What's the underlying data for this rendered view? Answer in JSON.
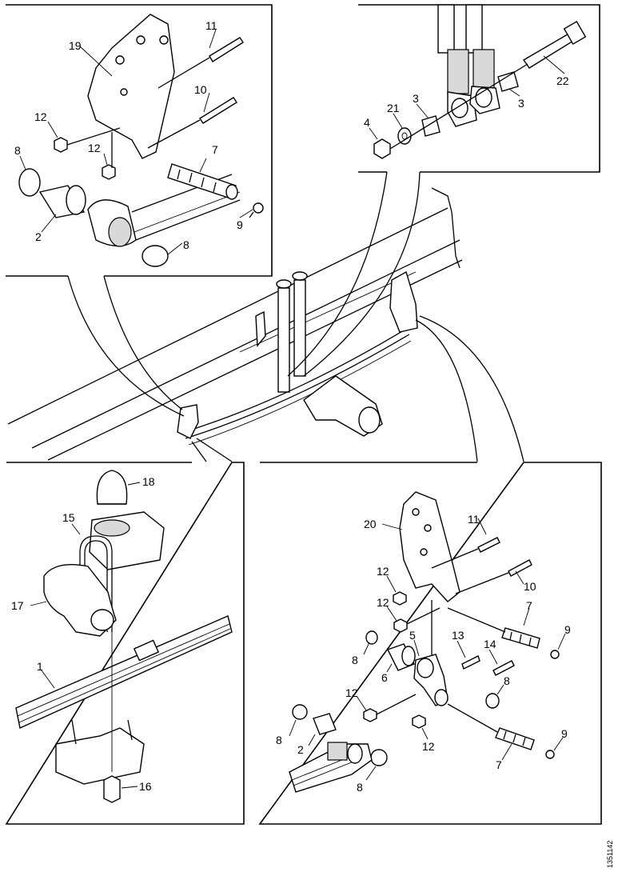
{
  "diagram": {
    "reference": "1351142",
    "panels": {
      "top_left": {
        "labels": [
          {
            "id": "tl-19",
            "text": "19"
          },
          {
            "id": "tl-11",
            "text": "11"
          },
          {
            "id": "tl-10",
            "text": "10"
          },
          {
            "id": "tl-12a",
            "text": "12"
          },
          {
            "id": "tl-12b",
            "text": "12"
          },
          {
            "id": "tl-8a",
            "text": "8"
          },
          {
            "id": "tl-7",
            "text": "7"
          },
          {
            "id": "tl-2",
            "text": "2"
          },
          {
            "id": "tl-9",
            "text": "9"
          },
          {
            "id": "tl-8b",
            "text": "8"
          }
        ]
      },
      "top_right": {
        "labels": [
          {
            "id": "tr-22",
            "text": "22"
          },
          {
            "id": "tr-3a",
            "text": "3"
          },
          {
            "id": "tr-21",
            "text": "21"
          },
          {
            "id": "tr-4",
            "text": "4"
          },
          {
            "id": "tr-3b",
            "text": "3"
          }
        ]
      },
      "bottom_left": {
        "labels": [
          {
            "id": "bl-18",
            "text": "18"
          },
          {
            "id": "bl-15",
            "text": "15"
          },
          {
            "id": "bl-17",
            "text": "17"
          },
          {
            "id": "bl-1",
            "text": "1"
          },
          {
            "id": "bl-16",
            "text": "16"
          }
        ]
      },
      "bottom_right": {
        "labels": [
          {
            "id": "br-20",
            "text": "20"
          },
          {
            "id": "br-11",
            "text": "11"
          },
          {
            "id": "br-10",
            "text": "10"
          },
          {
            "id": "br-12a",
            "text": "12"
          },
          {
            "id": "br-12b",
            "text": "12"
          },
          {
            "id": "br-7a",
            "text": "7"
          },
          {
            "id": "br-9a",
            "text": "9"
          },
          {
            "id": "br-8a",
            "text": "8"
          },
          {
            "id": "br-5",
            "text": "5"
          },
          {
            "id": "br-13",
            "text": "13"
          },
          {
            "id": "br-14",
            "text": "14"
          },
          {
            "id": "br-6",
            "text": "6"
          },
          {
            "id": "br-8b",
            "text": "8"
          },
          {
            "id": "br-12c",
            "text": "12"
          },
          {
            "id": "br-8c",
            "text": "8"
          },
          {
            "id": "br-2",
            "text": "2"
          },
          {
            "id": "br-12d",
            "text": "12"
          },
          {
            "id": "br-9b",
            "text": "9"
          },
          {
            "id": "br-7b",
            "text": "7"
          },
          {
            "id": "br-8d",
            "text": "8"
          }
        ]
      }
    }
  }
}
